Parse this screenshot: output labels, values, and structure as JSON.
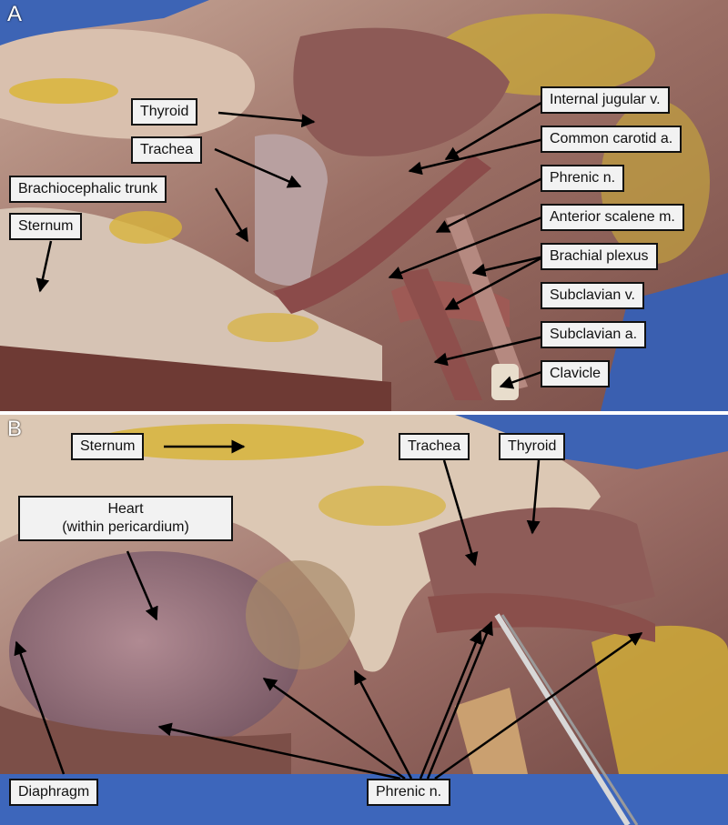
{
  "panel_a": {
    "letter": "A",
    "labels": {
      "thyroid": "Thyroid",
      "trachea": "Trachea",
      "brachiocephalic_trunk": "Brachiocephalic trunk",
      "sternum": "Sternum",
      "internal_jugular": "Internal jugular v.",
      "common_carotid": "Common carotid a.",
      "phrenic": "Phrenic n.",
      "anterior_scalene": "Anterior scalene m.",
      "brachial_plexus": "Brachial plexus",
      "subclavian_v": "Subclavian v.",
      "subclavian_a": "Subclavian a.",
      "clavicle": "Clavicle"
    }
  },
  "panel_b": {
    "letter": "B",
    "labels": {
      "sternum": "Sternum",
      "trachea": "Trachea",
      "thyroid": "Thyroid",
      "heart_line1": "Heart",
      "heart_line2": "(within pericardium)",
      "diaphragm": "Diaphragm",
      "phrenic": "Phrenic n."
    }
  },
  "colors": {
    "tissue_base": "#b08878",
    "fat": "#d8b83a",
    "drape": "#3a63b8",
    "label_bg": "#f2f2f2"
  }
}
